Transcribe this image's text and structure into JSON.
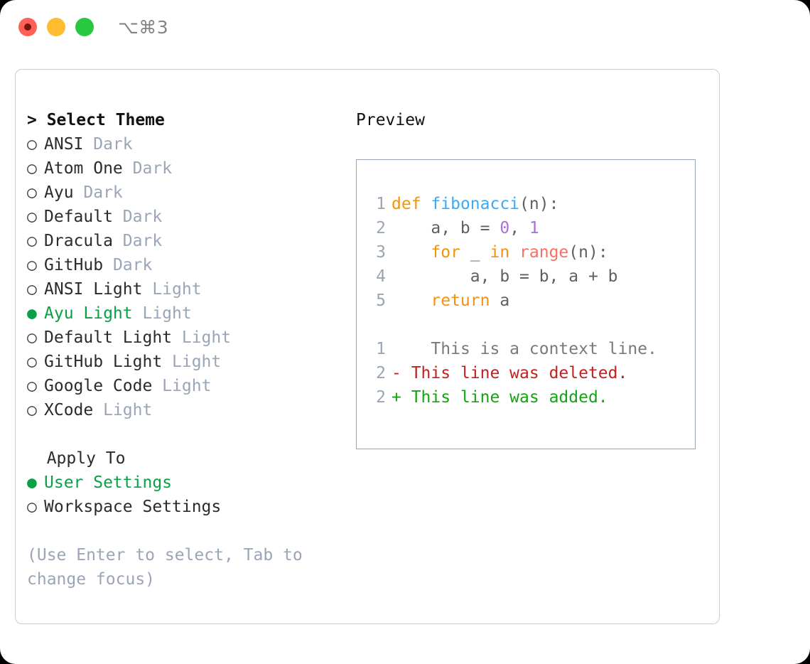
{
  "window": {
    "shortcut": "⌥⌘3",
    "traffic_lights": [
      "close-red",
      "minimize-yellow",
      "maximize-green"
    ]
  },
  "theme_picker": {
    "heading_prefix": "> ",
    "heading": "Select Theme",
    "bullet_unselected": "○ ",
    "bullet_selected": "● ",
    "items": [
      {
        "label": "ANSI",
        "meta": "Dark",
        "selected": false
      },
      {
        "label": "Atom One",
        "meta": "Dark",
        "selected": false
      },
      {
        "label": "Ayu",
        "meta": "Dark",
        "selected": false
      },
      {
        "label": "Default",
        "meta": "Dark",
        "selected": false
      },
      {
        "label": "Dracula",
        "meta": "Dark",
        "selected": false
      },
      {
        "label": "GitHub",
        "meta": "Dark",
        "selected": false
      },
      {
        "label": "ANSI Light",
        "meta": "Light",
        "selected": false
      },
      {
        "label": "Ayu Light",
        "meta": "Light",
        "selected": true
      },
      {
        "label": "Default Light",
        "meta": "Light",
        "selected": false
      },
      {
        "label": "GitHub Light",
        "meta": "Light",
        "selected": false
      },
      {
        "label": "Google Code",
        "meta": "Light",
        "selected": false
      },
      {
        "label": "XCode",
        "meta": "Light",
        "selected": false
      }
    ]
  },
  "apply_to": {
    "heading": "  Apply To",
    "items": [
      {
        "label": "User Settings",
        "selected": true
      },
      {
        "label": "Workspace Settings",
        "selected": false
      }
    ]
  },
  "hint": "(Use Enter to select, Tab to change focus)",
  "preview": {
    "title": "Preview",
    "code_lines": [
      {
        "num": "1",
        "tokens": [
          {
            "t": "def",
            "c": "kw"
          },
          {
            "t": " ",
            "c": "txt"
          },
          {
            "t": "fibonacci",
            "c": "fn"
          },
          {
            "t": "(n):",
            "c": "punc"
          }
        ]
      },
      {
        "num": "2",
        "tokens": [
          {
            "t": "    a, b = ",
            "c": "txt"
          },
          {
            "t": "0",
            "c": "num"
          },
          {
            "t": ", ",
            "c": "txt"
          },
          {
            "t": "1",
            "c": "num"
          }
        ]
      },
      {
        "num": "3",
        "tokens": [
          {
            "t": "    ",
            "c": "txt"
          },
          {
            "t": "for",
            "c": "kw"
          },
          {
            "t": " _ ",
            "c": "txt"
          },
          {
            "t": "in",
            "c": "kw"
          },
          {
            "t": " ",
            "c": "txt"
          },
          {
            "t": "range",
            "c": "call"
          },
          {
            "t": "(n):",
            "c": "punc"
          }
        ]
      },
      {
        "num": "4",
        "tokens": [
          {
            "t": "        a, b = b, a + b",
            "c": "txt"
          }
        ]
      },
      {
        "num": "5",
        "tokens": [
          {
            "t": "    ",
            "c": "txt"
          },
          {
            "t": "return",
            "c": "kw"
          },
          {
            "t": " a",
            "c": "txt"
          }
        ]
      }
    ],
    "diff_lines": [
      {
        "num": "1",
        "marker": "  ",
        "text": "  This is a context line.",
        "kind": "ctx"
      },
      {
        "num": "2",
        "marker": "- ",
        "text": "This line was deleted.",
        "kind": "del"
      },
      {
        "num": "2",
        "marker": "+ ",
        "text": "This line was added.",
        "kind": "add"
      }
    ]
  },
  "colors": {
    "accent_green": "#0aa045",
    "muted": "#9aa5b8",
    "keyword_orange": "#f2930d",
    "function_blue": "#3aaaf5",
    "number_purple": "#a96fe0",
    "call_red": "#fa6e63",
    "diff_delete": "#c31f1f",
    "diff_add": "#12a512",
    "panel_border": "#9aa5b4",
    "card_border": "#c9ccd4"
  }
}
